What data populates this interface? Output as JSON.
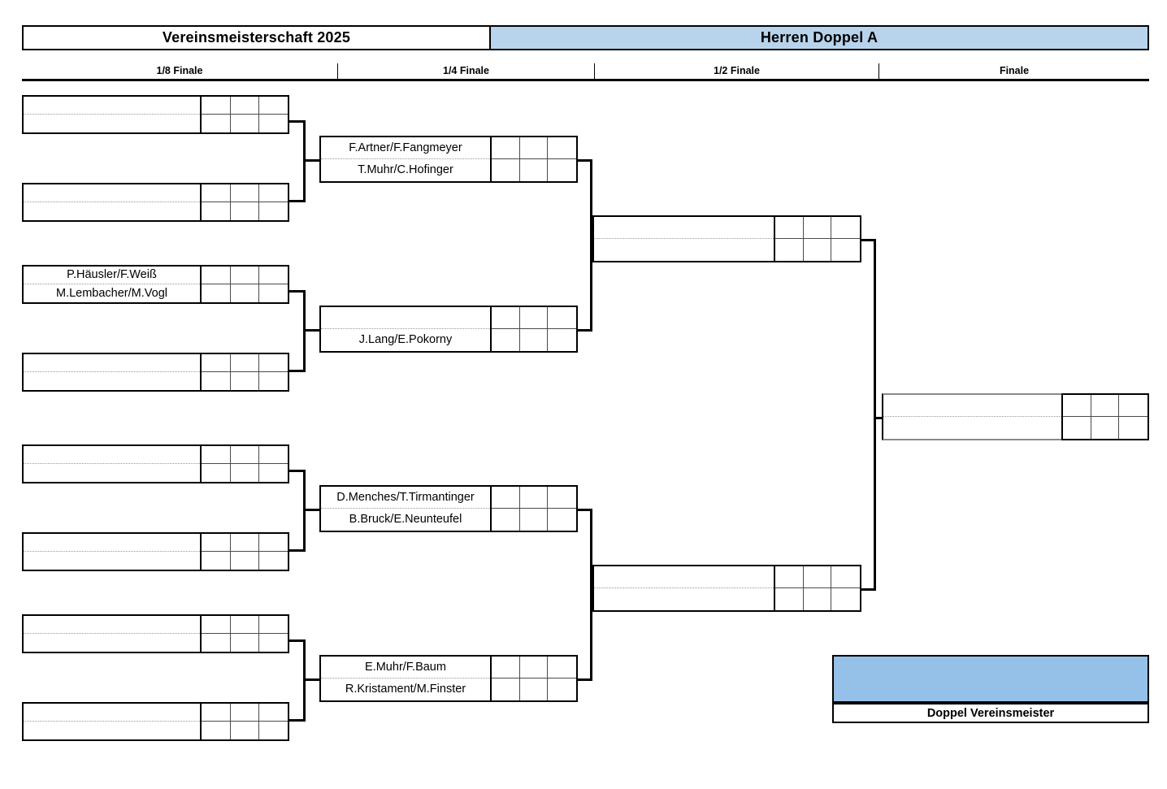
{
  "header": {
    "tournament_title": "Vereinsmeisterschaft 2025",
    "event_title": "Herren Doppel A"
  },
  "rounds": [
    {
      "label": "1/8 Finale"
    },
    {
      "label": "1/4 Finale"
    },
    {
      "label": "1/2 Finale"
    },
    {
      "label": "Finale"
    }
  ],
  "champion": {
    "winner_name": "",
    "label": "Doppel Vereinsmeister"
  },
  "colors": {
    "event_header_blue": "#b8d4ec",
    "champion_blue": "#95c0e8",
    "line_black": "#000000",
    "sheet_white": "#ffffff"
  },
  "bracket": {
    "eighth_finals": [
      {
        "top": "",
        "bottom": "",
        "scores_top": [
          "",
          "",
          ""
        ],
        "scores_bottom": [
          "",
          "",
          ""
        ]
      },
      {
        "top": "",
        "bottom": "",
        "scores_top": [
          "",
          "",
          ""
        ],
        "scores_bottom": [
          "",
          "",
          ""
        ]
      },
      {
        "top": "P.Häusler/F.Weiß",
        "bottom": "M.Lembacher/M.Vogl",
        "scores_top": [
          "",
          "",
          ""
        ],
        "scores_bottom": [
          "",
          "",
          ""
        ]
      },
      {
        "top": "",
        "bottom": "",
        "scores_top": [
          "",
          "",
          ""
        ],
        "scores_bottom": [
          "",
          "",
          ""
        ]
      },
      {
        "top": "",
        "bottom": "",
        "scores_top": [
          "",
          "",
          ""
        ],
        "scores_bottom": [
          "",
          "",
          ""
        ]
      },
      {
        "top": "",
        "bottom": "",
        "scores_top": [
          "",
          "",
          ""
        ],
        "scores_bottom": [
          "",
          "",
          ""
        ]
      },
      {
        "top": "",
        "bottom": "",
        "scores_top": [
          "",
          "",
          ""
        ],
        "scores_bottom": [
          "",
          "",
          ""
        ]
      },
      {
        "top": "",
        "bottom": "",
        "scores_top": [
          "",
          "",
          ""
        ],
        "scores_bottom": [
          "",
          "",
          ""
        ]
      }
    ],
    "quarter_finals": [
      {
        "top": "F.Artner/F.Fangmeyer",
        "bottom": "T.Muhr/C.Hofinger",
        "scores_top": [
          "",
          "",
          ""
        ],
        "scores_bottom": [
          "",
          "",
          ""
        ]
      },
      {
        "top": "",
        "bottom": "J.Lang/E.Pokorny",
        "scores_top": [
          "",
          "",
          ""
        ],
        "scores_bottom": [
          "",
          "",
          ""
        ]
      },
      {
        "top": "D.Menches/T.Tirmantinger",
        "bottom": "B.Bruck/E.Neunteufel",
        "scores_top": [
          "",
          "",
          ""
        ],
        "scores_bottom": [
          "",
          "",
          ""
        ]
      },
      {
        "top": "E.Muhr/F.Baum",
        "bottom": "R.Kristament/M.Finster",
        "scores_top": [
          "",
          "",
          ""
        ],
        "scores_bottom": [
          "",
          "",
          ""
        ]
      }
    ],
    "semi_finals": [
      {
        "top": "",
        "bottom": "",
        "scores_top": [
          "",
          "",
          ""
        ],
        "scores_bottom": [
          "",
          "",
          ""
        ]
      },
      {
        "top": "",
        "bottom": "",
        "scores_top": [
          "",
          "",
          ""
        ],
        "scores_bottom": [
          "",
          "",
          ""
        ]
      }
    ],
    "final": [
      {
        "top": "",
        "bottom": "",
        "scores_top": [
          "",
          "",
          ""
        ],
        "scores_bottom": [
          "",
          "",
          ""
        ]
      }
    ]
  }
}
